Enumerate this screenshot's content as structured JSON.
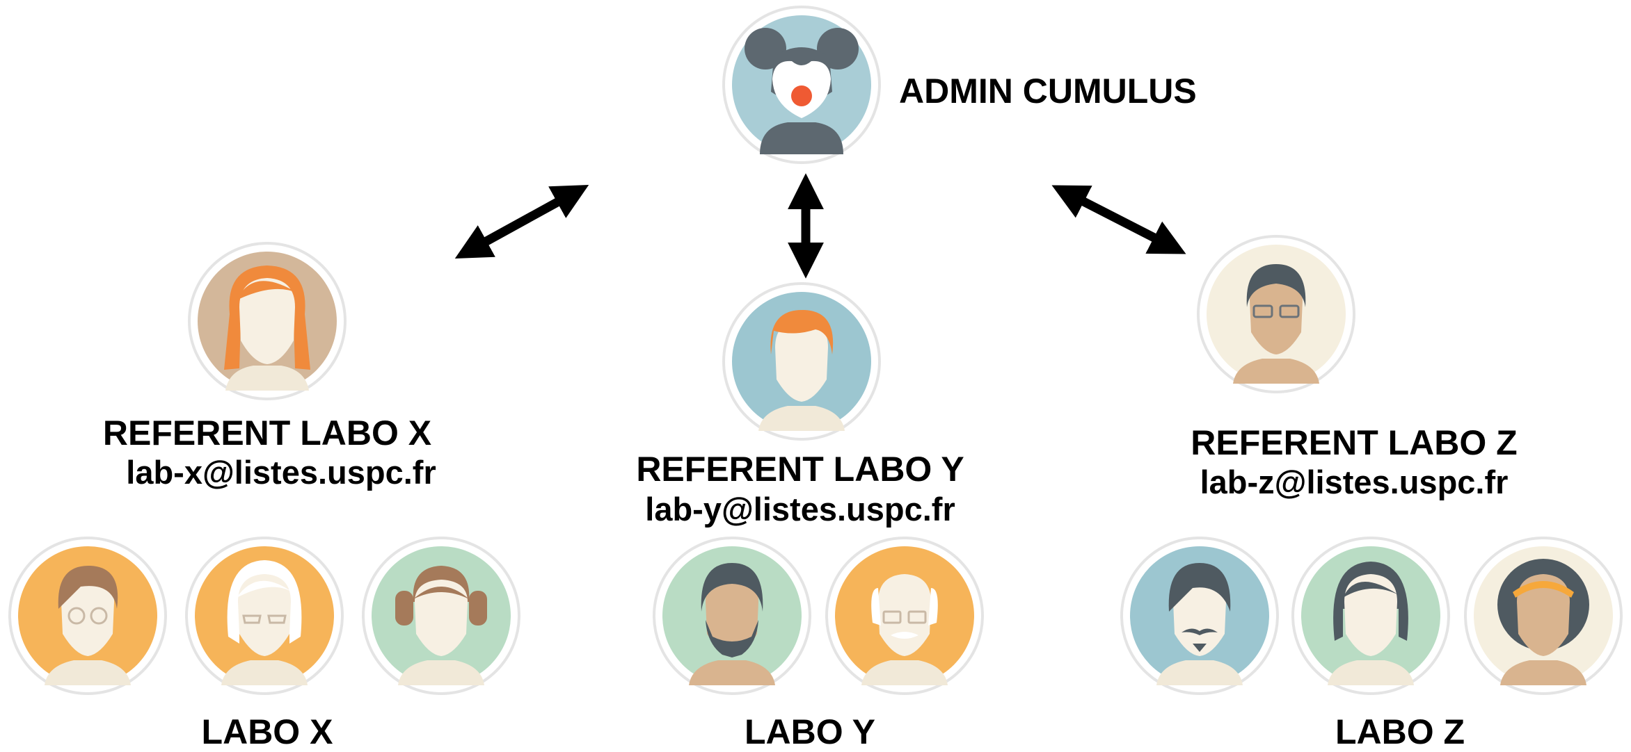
{
  "admin": {
    "title": "ADMIN CUMULUS"
  },
  "groups": [
    {
      "id": "x",
      "referent_title": "REFERENT LABO X",
      "referent_email": "lab-x@listes.uspc.fr",
      "labo_name": "LABO X"
    },
    {
      "id": "y",
      "referent_title": "REFERENT LABO Y",
      "referent_email": "lab-y@listes.uspc.fr",
      "labo_name": "LABO Y"
    },
    {
      "id": "z",
      "referent_title": "REFERENT LABO Z",
      "referent_email": "lab-z@listes.uspc.fr",
      "labo_name": "LABO Z"
    }
  ],
  "colors": {
    "text": "#000000",
    "ring": "#e6e6e6",
    "orange_bg": "#f6b459",
    "blue_bg": "#9cc6d0",
    "green_bg": "#b9dcc4",
    "tan_bg": "#d3b79a",
    "cream_bg": "#f5efdf",
    "mouse_bg": "#a9cdd6",
    "red_hair": "#f08a3c"
  }
}
